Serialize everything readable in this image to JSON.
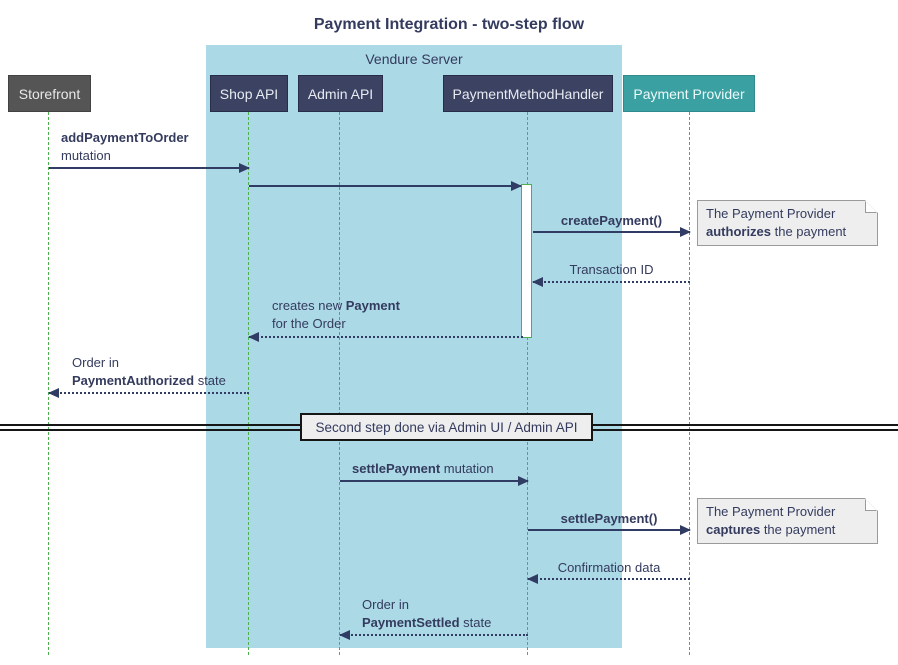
{
  "title": "Payment Integration - two-step flow",
  "frame": {
    "label": "Vendure Server",
    "fill": "#abd9e6"
  },
  "participants": [
    {
      "label": "Storefront",
      "fill": "#555555"
    },
    {
      "label": "Shop API",
      "fill": "#3b4262"
    },
    {
      "label": "Admin API",
      "fill": "#3b4262"
    },
    {
      "label": "PaymentMethodHandler",
      "fill": "#3b4262"
    },
    {
      "label": "Payment Provider",
      "fill": "#3aa0a2"
    }
  ],
  "messages": {
    "m1": {
      "line1_bold": "addPaymentToOrder",
      "line2": "mutation"
    },
    "m3": {
      "bold": "createPayment()"
    },
    "m4": {
      "text": "Transaction ID"
    },
    "m5": {
      "line1_pre": "creates new ",
      "line1_bold": "Payment",
      "line2": "for the Order"
    },
    "m6": {
      "line1": "Order in",
      "line2_bold": "PaymentAuthorized",
      "line2_rest": " state"
    },
    "m7": {
      "bold": "settlePayment",
      "rest": " mutation"
    },
    "m8": {
      "bold": "settlePayment()"
    },
    "m9": {
      "text": "Confirmation data"
    },
    "m10": {
      "line1": "Order in",
      "line2_bold": "PaymentSettled",
      "line2_rest": " state"
    }
  },
  "notes": {
    "n1": {
      "line1": "The Payment Provider",
      "line2_bold": "authorizes",
      "line2_rest": " the payment"
    },
    "n2": {
      "line1": "The Payment Provider",
      "line2_bold": "captures",
      "line2_rest": " the payment"
    }
  },
  "divider": {
    "label": "Second step done via Admin UI / Admin API"
  },
  "colors": {
    "arrow": "#303c64",
    "text": "#343b5e",
    "lifeline_green": "#4daf4e",
    "frame_fill": "#abd9e6",
    "participant_navy": "#3b4262",
    "participant_gray": "#555555",
    "participant_teal": "#3aa0a2",
    "note_fill": "#eeeeee",
    "note_border": "#9a9a9a",
    "divider_border": "#161616"
  }
}
